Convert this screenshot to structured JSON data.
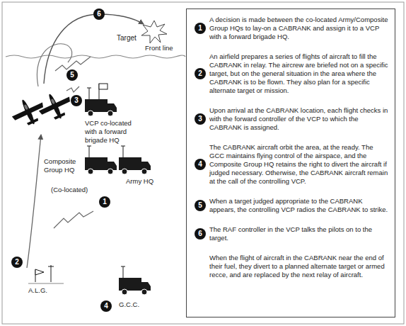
{
  "diagram": {
    "nodes": [
      {
        "text": [
          "A decision is made between the co-located Army/Composite Group HQs to lay-on a CABRANK and assign it to a VCP with a forward brigade HQ.",
          "An airfield prepares a series of flights of aircraft to fill the CABRANK in relay. The aircrew are briefed not on a specific target, but on the general situation in the area where the CABRANK is to be flown. They also plan for a specific alternate target or mission.",
          "Upon arrival at the CABRANK location, each flight checks in with the forward controller of the VCP to which the CABRANK is assigned.",
          "The CABRANK aircraft orbit the area, at the ready. The GCC maintains flying control of the airspace, and the Composite Group HQ retains the right to divert the aircraft if judged necessary. Otherwise, the CABRANK aircraft remain at the call of the controlling VCP.",
          "When a target judged appropriate to the CABRANK appears, the controlling VCP radios the CABRANK to strike.",
          "The RAF controller in the VCP talks the pilots on to the target.",
          "When the flight of aircraft in the CABRANK near the end of their fuel, they divert to a planned alternate target or armed recce, and are replaced by the next relay of aircraft."
        ]
      }
    ],
    "labels": [
      "6",
      "Target",
      "Front line",
      "5",
      "3",
      "VCP co-located with a forward brigade HQ",
      "Composite Group HQ",
      "Army HQ",
      "(Co-located)",
      "1",
      "2",
      "A.L.G.",
      "4",
      "G.C.C.",
      "1",
      "2",
      "3",
      "4",
      "5",
      "6"
    ]
  }
}
